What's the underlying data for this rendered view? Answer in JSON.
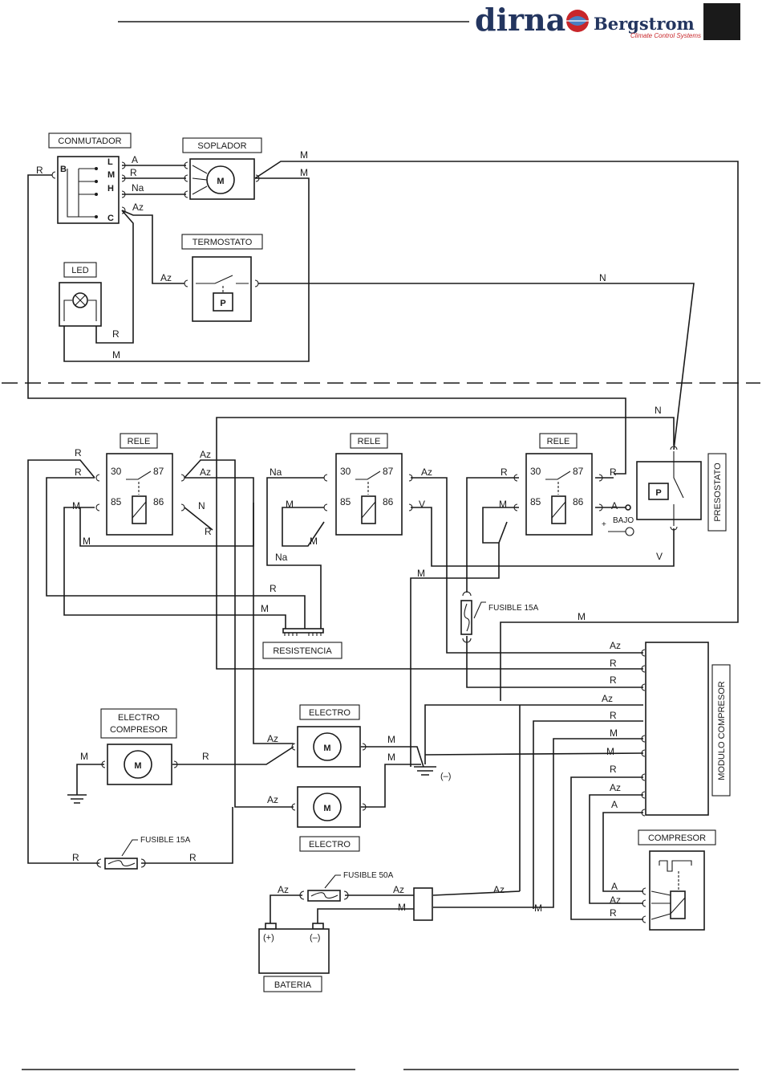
{
  "header": {
    "brand_dirna": "dirna",
    "brand_bergstrom": "Bergstrom",
    "brand_tagline": "Climate Control Systems"
  },
  "components": {
    "conmutador": "CONMUTADOR",
    "soplador": "SOPLADOR",
    "termostato": "TERMOSTATO",
    "led": "LED",
    "rele": "RELE",
    "presostato": "PRESOSTATO",
    "resistencia": "RESISTENCIA",
    "electro": "ELECTRO",
    "electro_compresor": [
      "ELECTRO",
      "COMPRESOR"
    ],
    "modulo_compresor": "MODULO COMPRESOR",
    "compresor": "COMPRESOR",
    "bateria": "BATERIA",
    "fusible_15a": "FUSIBLE 15A",
    "fusible_50a": "FUSIBLE 50A"
  },
  "symbols": {
    "motor": "M",
    "pressure": "P",
    "ground": "(–)",
    "bat_pos": "(+)",
    "bat_neg": "(–)",
    "plus": "+",
    "bajo": "BAJO"
  },
  "switch_terminals": [
    "B",
    "L",
    "M",
    "H",
    "C"
  ],
  "relay_pins": [
    "30",
    "87",
    "85",
    "86"
  ],
  "wire_codes": {
    "A": "A",
    "R": "R",
    "Na": "Na",
    "Az": "Az",
    "M": "M",
    "N": "N",
    "V": "V"
  }
}
